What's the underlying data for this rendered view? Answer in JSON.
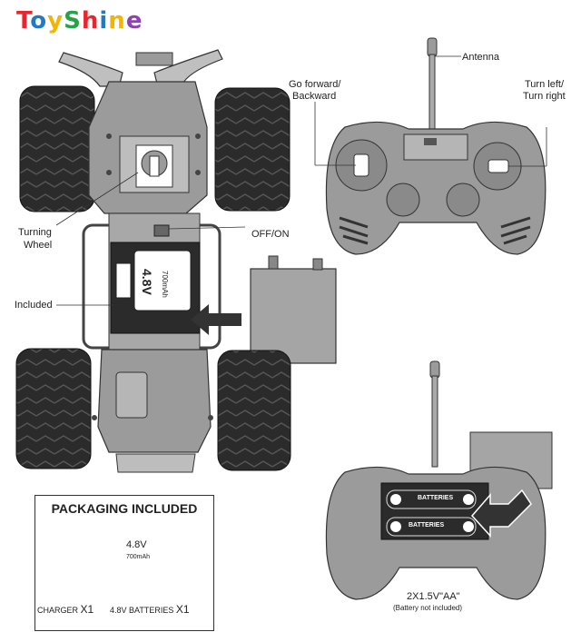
{
  "brand": {
    "logo_text": "ToyShine",
    "logo_letters": [
      "T",
      "o",
      "y",
      "S",
      "h",
      "i",
      "n",
      "e"
    ]
  },
  "labels": {
    "antenna": "Antenna",
    "go_forward": "Go forward/",
    "backward": "Backward",
    "turn_left": "Turn left/",
    "turn_right": "Turn right",
    "turning": "Turning",
    "wheel": "Wheel",
    "off_on": "OFF/ON",
    "included": "Included"
  },
  "battery_pack": {
    "voltage": "4.8V",
    "capacity": "700mAh"
  },
  "packaging": {
    "title": "PACKAGING INCLUDED",
    "charger_label": "CHARGER",
    "charger_qty": "X1",
    "batteries_label": "4.8V BATTERIES",
    "batteries_qty": "X1",
    "pack_voltage": "4.8V",
    "pack_capacity": "700mAh"
  },
  "remote_batteries": {
    "cell_label": "BATTERIES",
    "spec": "2X1.5V\"AA\"",
    "note": "(Battery not included)"
  },
  "colors": {
    "body_gray": "#9b9b9b",
    "dark_gray": "#6f6f6f",
    "tire_black": "#2b2b2b",
    "outline": "#333333"
  }
}
